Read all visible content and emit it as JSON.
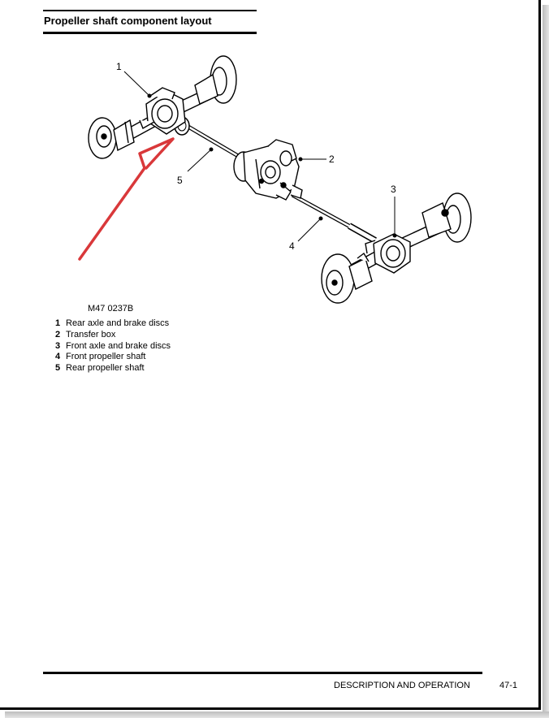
{
  "document": {
    "title": "Propeller shaft component layout",
    "figure_code": "M47 0237B",
    "callouts": [
      "1",
      "2",
      "3",
      "4",
      "5"
    ],
    "legend": [
      {
        "num": "1",
        "label": "Rear axle and brake discs"
      },
      {
        "num": "2",
        "label": "Transfer box"
      },
      {
        "num": "3",
        "label": "Front axle and brake discs"
      },
      {
        "num": "4",
        "label": "Front propeller shaft"
      },
      {
        "num": "5",
        "label": "Rear propeller shaft"
      }
    ],
    "footer": {
      "section": "DESCRIPTION AND OPERATION",
      "page": "47-1"
    }
  },
  "colors": {
    "text": "#000000",
    "annotation": "#d9383a"
  }
}
